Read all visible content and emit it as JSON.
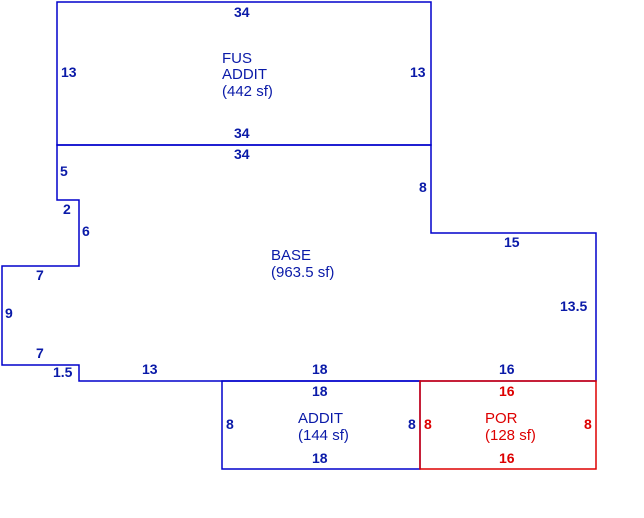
{
  "colors": {
    "blue": "#0a1aa8",
    "red": "#dd0000"
  },
  "areas": {
    "fus": {
      "name1": "FUS",
      "name2": "ADDIT",
      "size": "(442 sf)"
    },
    "base": {
      "name": "BASE",
      "size": "(963.5 sf)"
    },
    "addit": {
      "name": "ADDIT",
      "size": "(144 sf)"
    },
    "por": {
      "name": "POR",
      "size": "(128 sf)"
    }
  },
  "dims": {
    "fus_top": "34",
    "fus_left": "13",
    "fus_right": "13",
    "fus_bottom": "34",
    "base_top": "34",
    "base_left_upper": "5",
    "base_right_upper": "8",
    "base_notch_top": "2",
    "base_notch_side": "6",
    "base_right_step": "15",
    "base_left_step_top": "7",
    "base_right_lower": "13.5",
    "base_left_side": "9",
    "base_left_step_bottom": "7",
    "base_bottom_small": "1.5",
    "base_bottom_13": "13",
    "base_bottom_18": "18",
    "base_bottom_16": "16",
    "addit_top": "18",
    "addit_left": "8",
    "addit_right": "8",
    "addit_bottom": "18",
    "por_top": "16",
    "por_left": "8",
    "por_right": "8",
    "por_bottom": "16"
  }
}
